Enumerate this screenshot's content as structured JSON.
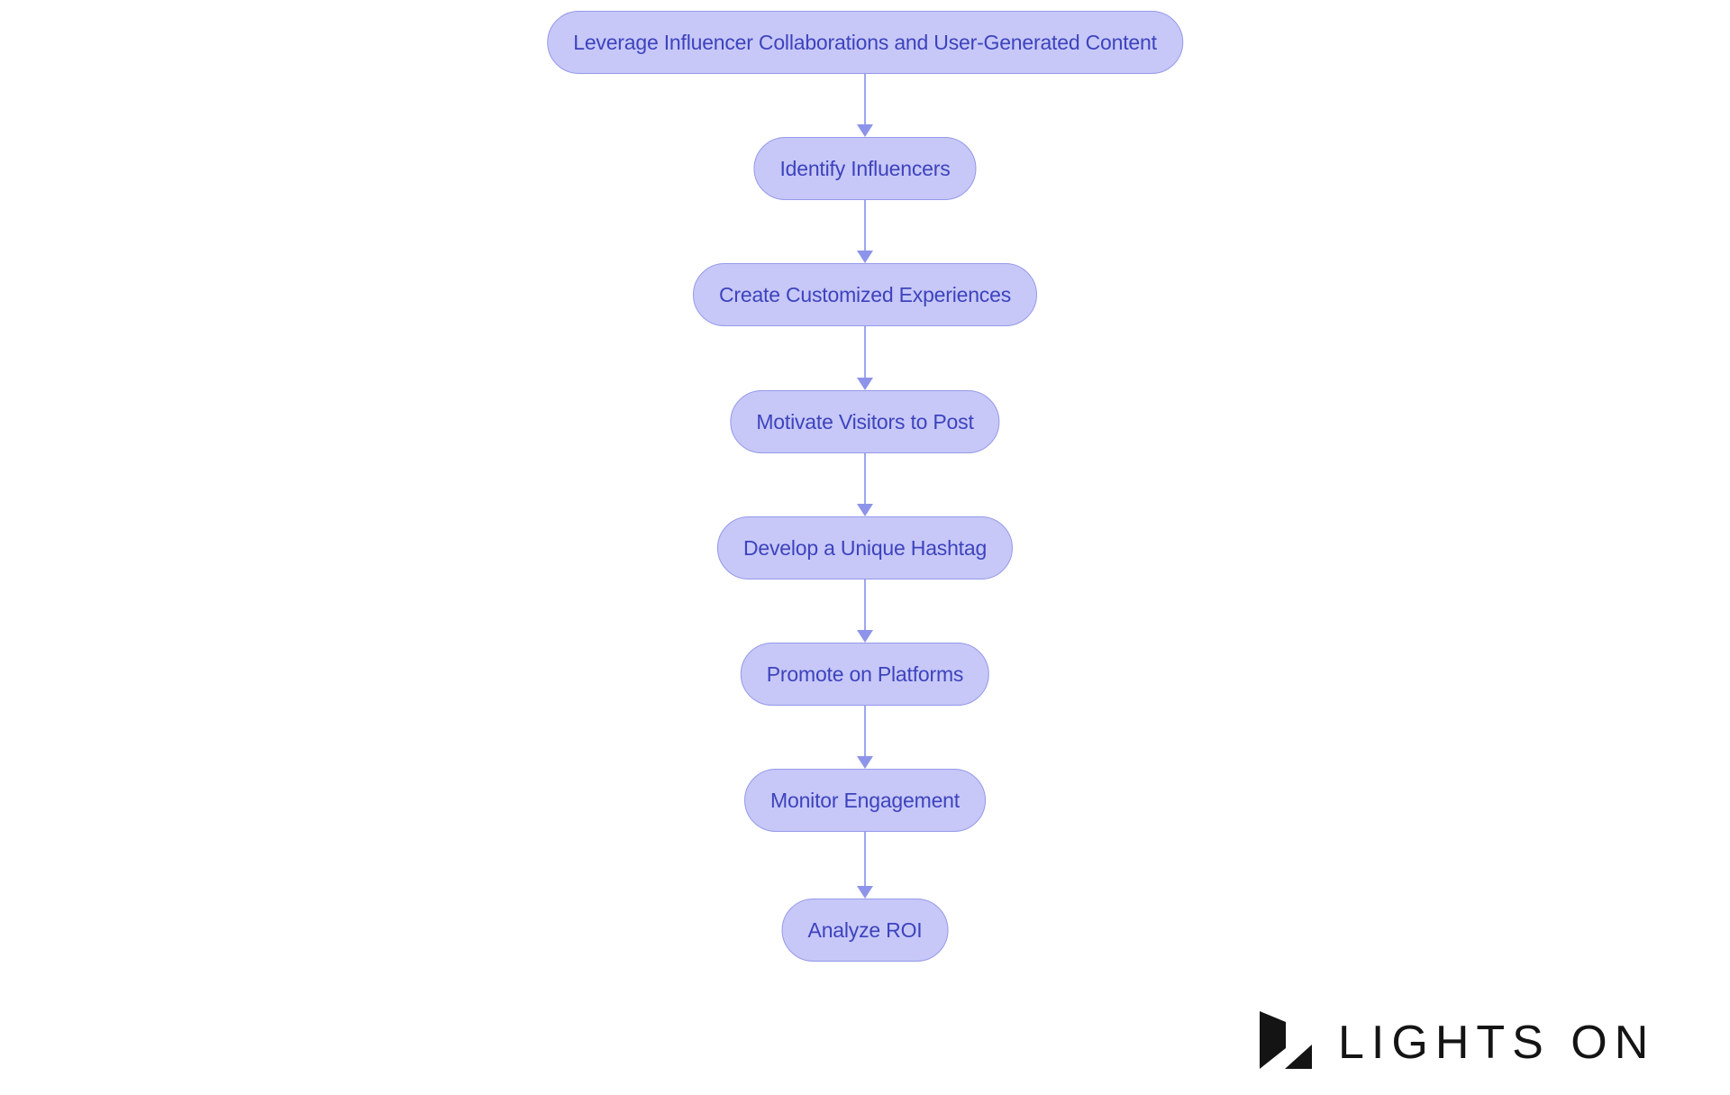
{
  "flowchart": {
    "type": "top-down-flowchart",
    "nodes": [
      {
        "label": "Leverage Influencer Collaborations and User-Generated Content"
      },
      {
        "label": "Identify Influencers"
      },
      {
        "label": "Create Customized Experiences"
      },
      {
        "label": "Motivate Visitors to Post"
      },
      {
        "label": "Develop a Unique Hashtag"
      },
      {
        "label": "Promote on Platforms"
      },
      {
        "label": "Monitor Engagement"
      },
      {
        "label": "Analyze ROI"
      }
    ],
    "edges": [
      {
        "from": 0,
        "to": 1
      },
      {
        "from": 1,
        "to": 2
      },
      {
        "from": 2,
        "to": 3
      },
      {
        "from": 3,
        "to": 4
      },
      {
        "from": 4,
        "to": 5
      },
      {
        "from": 5,
        "to": 6
      },
      {
        "from": 6,
        "to": 7
      }
    ],
    "colors": {
      "node_fill": "#c7c8f8",
      "node_border": "#9599e8",
      "node_text": "#3d43bd",
      "connector_line": "#9ea5ee",
      "connector_arrowhead": "#8d94e9",
      "background": "#ffffff"
    }
  },
  "branding": {
    "logo_text": "LIGHTS ON",
    "logo_color": "#141414"
  }
}
